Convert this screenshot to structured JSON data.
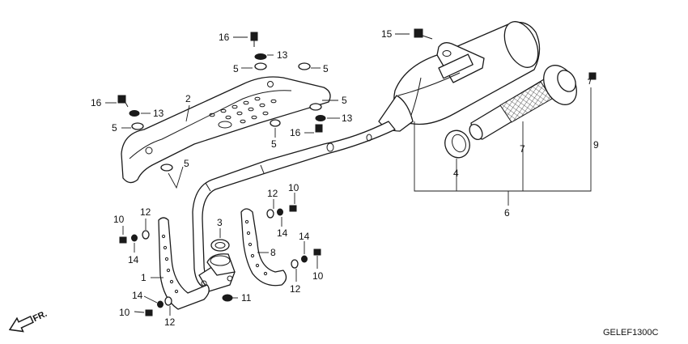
{
  "callouts": {
    "c1": "1",
    "c2": "2",
    "c3": "3",
    "c4": "4",
    "c5": "5",
    "c6": "6",
    "c7": "7",
    "c8": "8",
    "c9": "9",
    "c10": "10",
    "c11": "11",
    "c12": "12",
    "c13": "13",
    "c14": "14",
    "c15": "15",
    "c16": "16"
  },
  "diagram_code": "GELEF1300C",
  "direction_label": "FR.",
  "icons": {
    "direction": "arrow-forward-icon"
  }
}
